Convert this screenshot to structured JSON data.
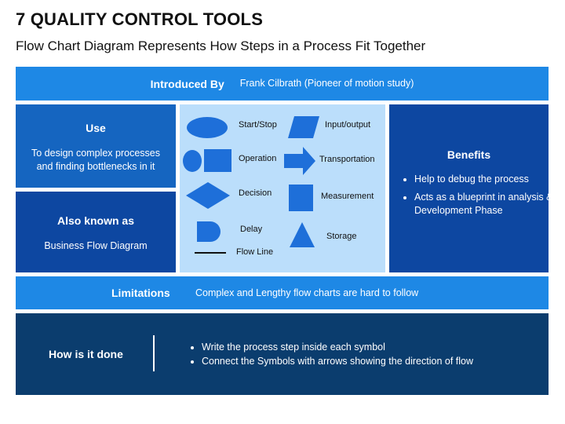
{
  "header": {
    "title": "7 QUALITY CONTROL TOOLS",
    "subtitle": "Flow Chart Diagram Represents How Steps in a Process Fit Together"
  },
  "introduced": {
    "label": "Introduced By",
    "value": "Frank Cilbrath (Pioneer of motion study)"
  },
  "use": {
    "heading": "Use",
    "text_line1": "To design complex processes",
    "text_line2": "and finding bottlenecks in it"
  },
  "also_known": {
    "heading": "Also known as",
    "text": "Business Flow Diagram"
  },
  "symbols": {
    "start_stop": "Start/Stop",
    "input_output": "Input/output",
    "operation": "Operation",
    "transportation": "Transportation",
    "decision": "Decision",
    "measurement": "Measurement",
    "delay": "Delay",
    "storage": "Storage",
    "flow_line": "Flow Line"
  },
  "benefits": {
    "heading": "Benefits",
    "items": [
      "Help to debug the process",
      "Acts as a blueprint in analysis & Development Phase"
    ]
  },
  "limitations": {
    "label": "Limitations",
    "value": "Complex and Lengthy flow charts are hard to follow"
  },
  "how": {
    "label": "How is it done",
    "items": [
      "Write the process step inside each symbol",
      "Connect the Symbols with arrows showing the direction of flow"
    ]
  },
  "colors": {
    "bright_blue": "#1e88e5",
    "mid_blue": "#1565c0",
    "dark_blue": "#0d47a1",
    "navy": "#0b3d6e",
    "pale_blue": "#bbdefb",
    "symbol_fill": "#1e6fd9"
  }
}
